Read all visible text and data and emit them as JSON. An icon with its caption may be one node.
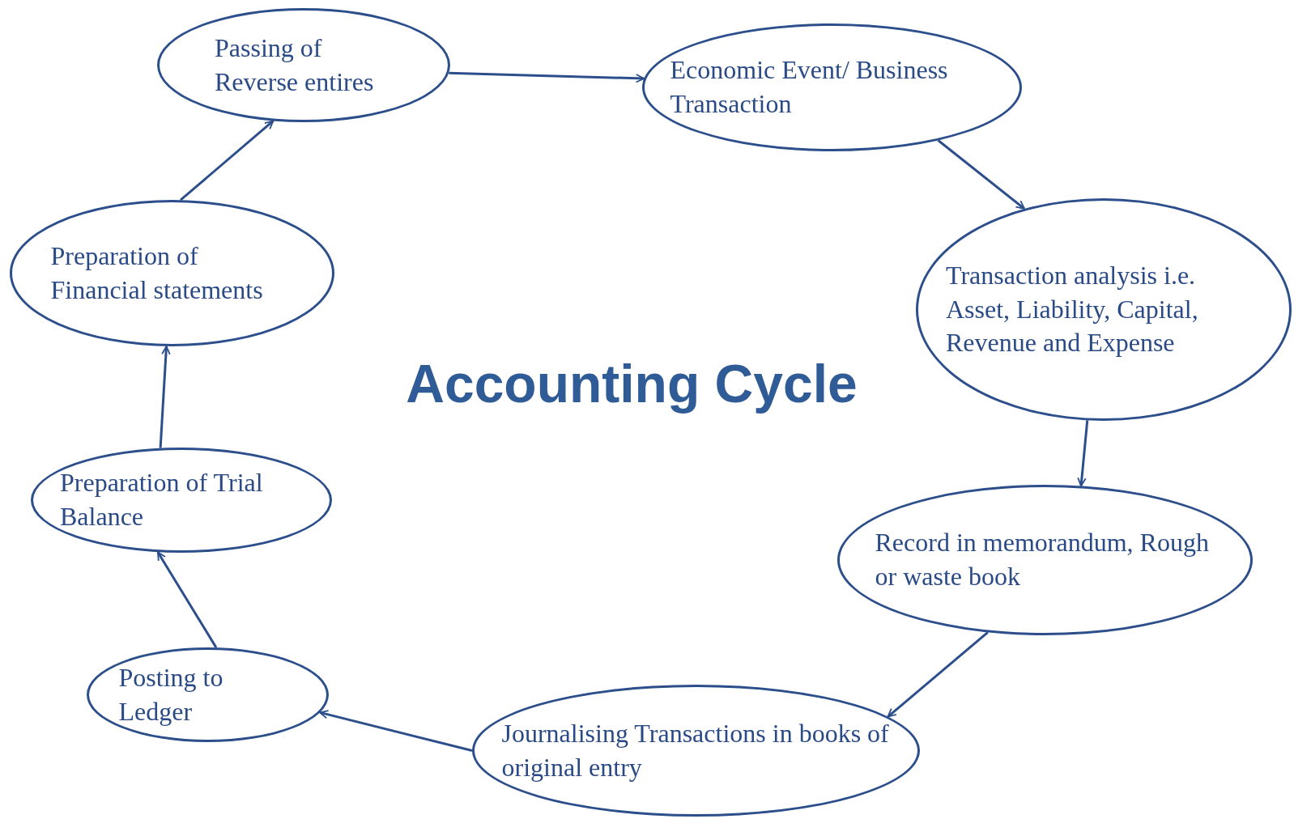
{
  "diagram": {
    "title": "Accounting Cycle",
    "nodes": [
      {
        "text": [
          "Passing of Reverse entires"
        ]
      },
      {
        "text": [
          "Economic Event/ Business Transaction"
        ]
      },
      {
        "text": [
          "Transaction analysis i.e. Asset, Liability, Capital, Revenue and Expense"
        ]
      },
      {
        "text": [
          "Record in memorandum, Rough or waste book"
        ]
      },
      {
        "text": [
          "Journalising Transactions in books of original entry"
        ]
      },
      {
        "text": [
          "Posting to Ledger"
        ]
      },
      {
        "text": [
          "Preparation of Trial Balance"
        ]
      },
      {
        "text": [
          "Preparation of Financial statements"
        ]
      }
    ],
    "edges": [
      {
        "from": 0,
        "to": 1,
        "arrow": "to"
      },
      {
        "from": 1,
        "to": 2,
        "arrow": "to"
      },
      {
        "from": 2,
        "to": 3,
        "arrow": "to"
      },
      {
        "from": 3,
        "to": 4,
        "arrow": "to"
      },
      {
        "from": 4,
        "to": 5,
        "arrow": "to"
      },
      {
        "from": 5,
        "to": 6,
        "arrow": "to"
      },
      {
        "from": 6,
        "to": 7,
        "arrow": "to"
      },
      {
        "from": 7,
        "to": 0,
        "arrow": "to"
      }
    ]
  }
}
